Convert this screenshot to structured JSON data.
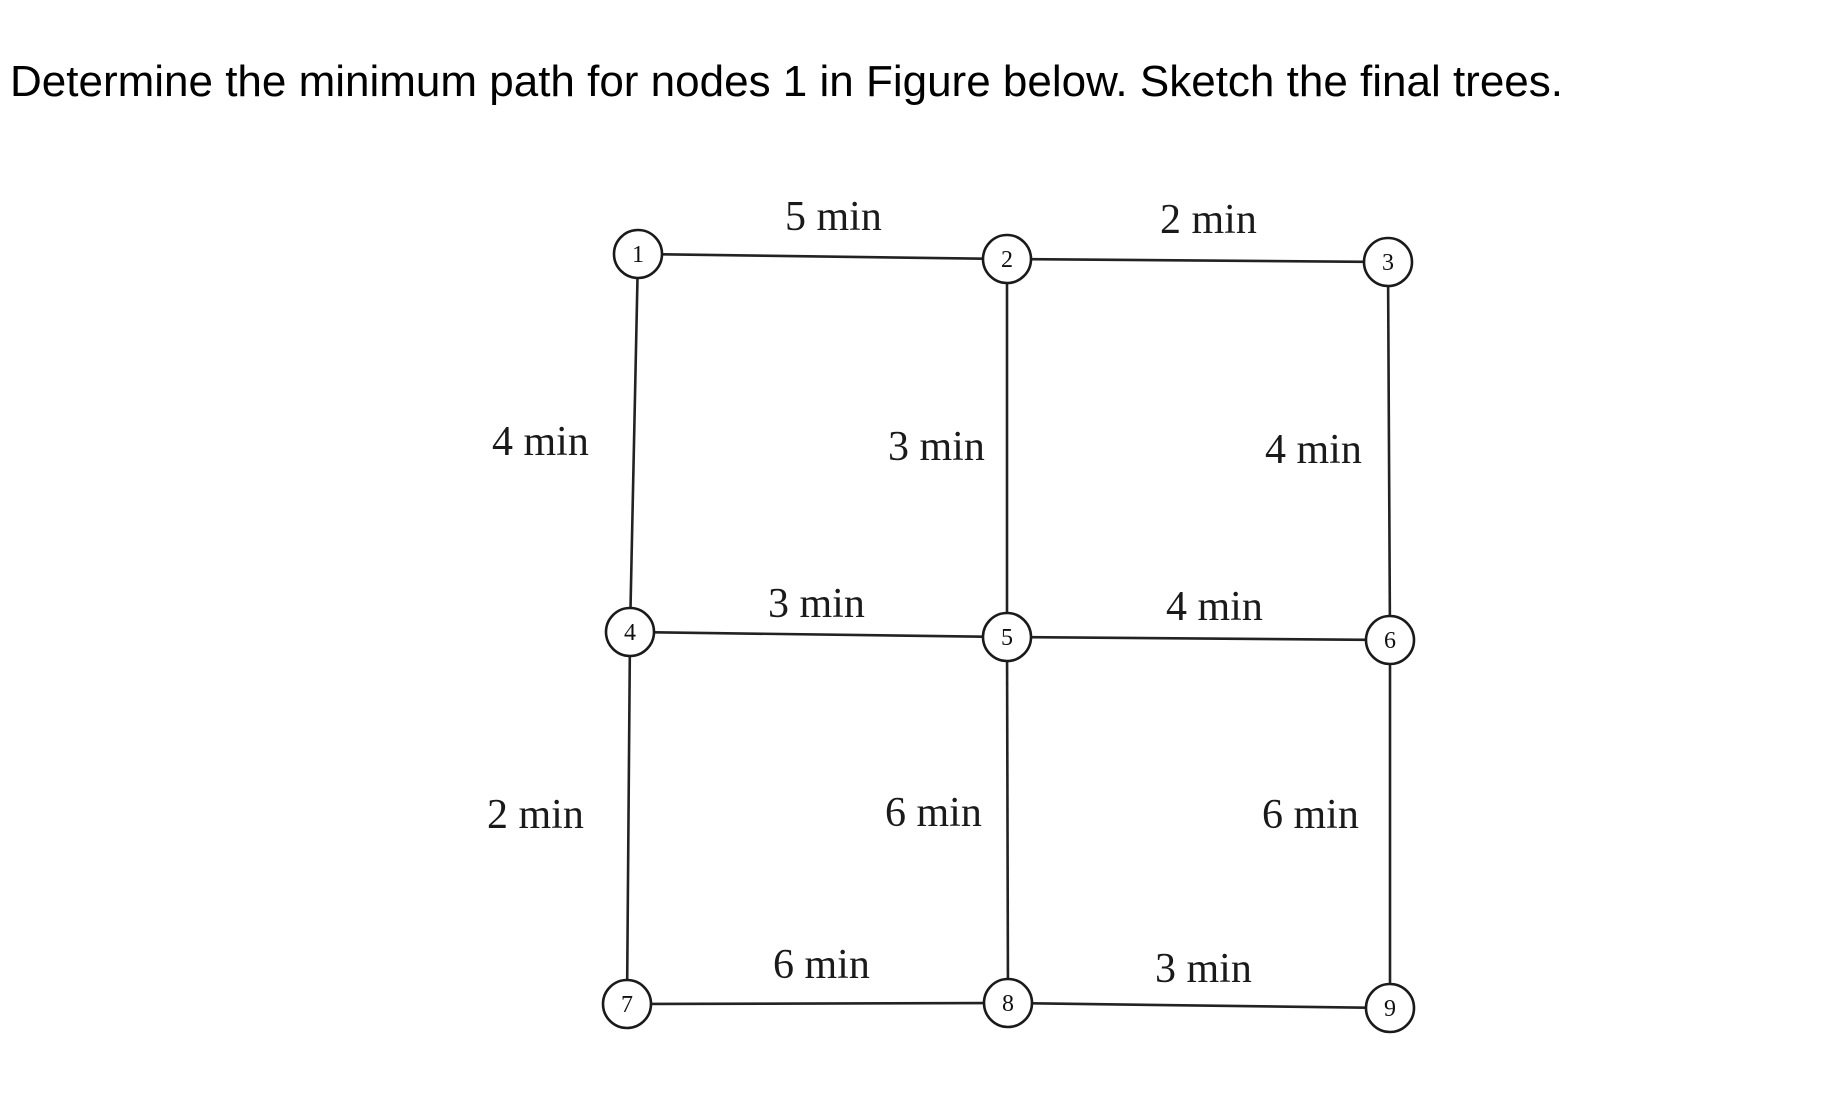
{
  "question": "Determine the minimum path for nodes 1 in Figure below. Sketch the final trees.",
  "nodes": [
    {
      "id": 1,
      "label": "1"
    },
    {
      "id": 2,
      "label": "2"
    },
    {
      "id": 3,
      "label": "3"
    },
    {
      "id": 4,
      "label": "4"
    },
    {
      "id": 5,
      "label": "5"
    },
    {
      "id": 6,
      "label": "6"
    },
    {
      "id": 7,
      "label": "7"
    },
    {
      "id": 8,
      "label": "8"
    },
    {
      "id": 9,
      "label": "9"
    }
  ],
  "edges": [
    {
      "from": 1,
      "to": 2,
      "weight": "5 min"
    },
    {
      "from": 2,
      "to": 3,
      "weight": "2 min"
    },
    {
      "from": 1,
      "to": 4,
      "weight": "4 min"
    },
    {
      "from": 2,
      "to": 5,
      "weight": "3 min"
    },
    {
      "from": 3,
      "to": 6,
      "weight": "4 min"
    },
    {
      "from": 4,
      "to": 5,
      "weight": "3 min"
    },
    {
      "from": 5,
      "to": 6,
      "weight": "4 min"
    },
    {
      "from": 4,
      "to": 7,
      "weight": "2 min"
    },
    {
      "from": 5,
      "to": 8,
      "weight": "6 min"
    },
    {
      "from": 6,
      "to": 9,
      "weight": "6 min"
    },
    {
      "from": 7,
      "to": 8,
      "weight": "6 min"
    },
    {
      "from": 8,
      "to": 9,
      "weight": "3 min"
    }
  ]
}
